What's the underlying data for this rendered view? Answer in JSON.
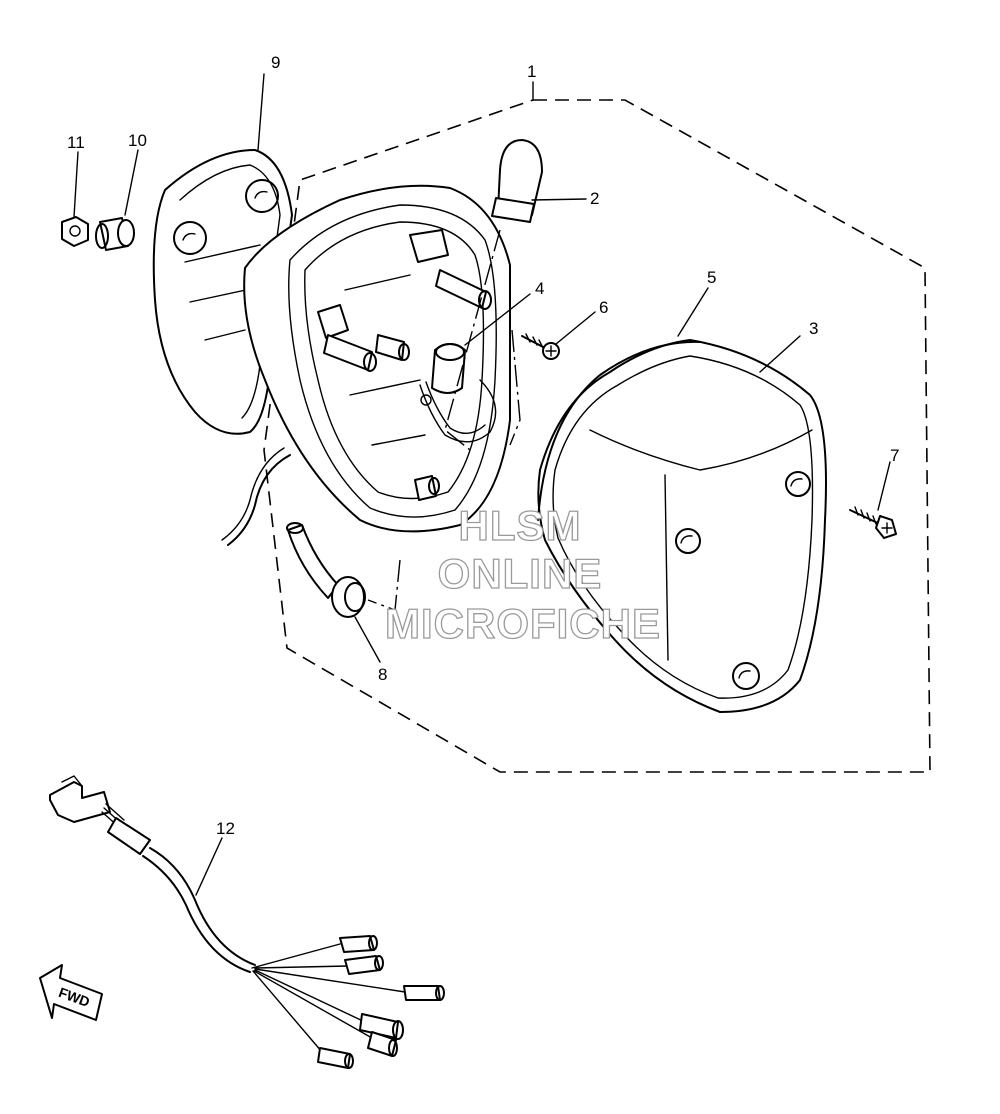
{
  "callouts": {
    "c1": "1",
    "c2": "2",
    "c3": "3",
    "c4": "4",
    "c5": "5",
    "c6": "6",
    "c7": "7",
    "c8": "8",
    "c9": "9",
    "c10": "10",
    "c11": "11",
    "c12": "12"
  },
  "direction_label": "FWD",
  "watermark": {
    "line1": "HLSM",
    "line2": "ONLINE",
    "line3": "MICROFICHE"
  }
}
